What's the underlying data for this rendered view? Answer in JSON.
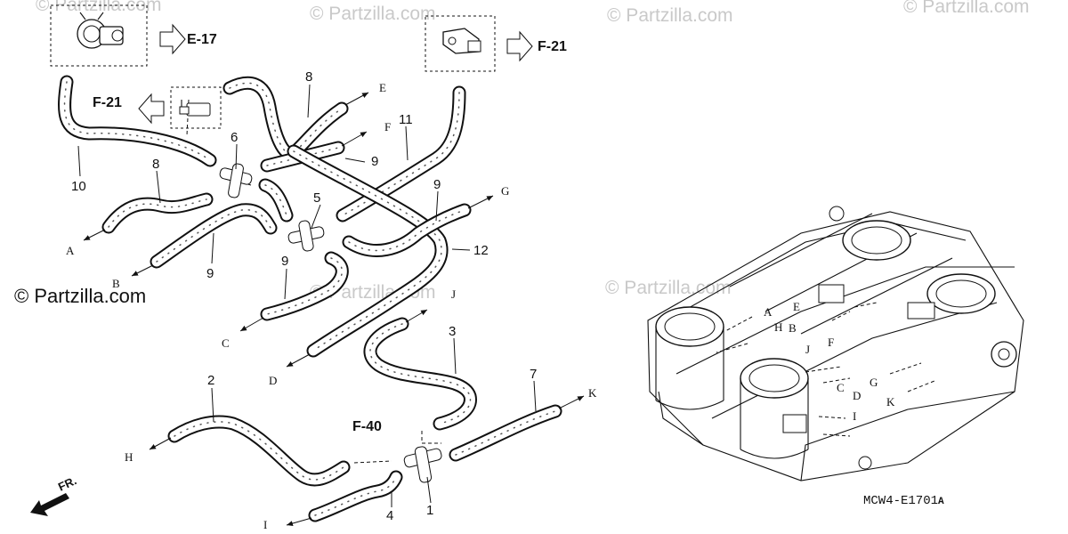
{
  "watermarks": [
    "© Partzilla.com",
    "© Partzilla.com",
    "© Partzilla.com",
    "© Partzilla.com",
    "© Partzilla.com",
    "© Partzilla.com"
  ],
  "watermark_main": "© Partzilla.com",
  "references": {
    "e17": "E-17",
    "f21_left": "F-21",
    "f21_right": "F-21",
    "f40": "F-40"
  },
  "callouts": {
    "c1": "1",
    "c2": "2",
    "c3": "3",
    "c4": "4",
    "c5": "5",
    "c6": "6",
    "c7": "7",
    "c8a": "8",
    "c8b": "8",
    "c9a": "9",
    "c9b": "9",
    "c9c": "9",
    "c9d": "9",
    "c10": "10",
    "c11": "11",
    "c12": "12"
  },
  "hose_ends": {
    "A": "A",
    "B": "B",
    "C": "C",
    "D": "D",
    "E": "E",
    "F": "F",
    "G": "G",
    "H": "H",
    "I": "I",
    "J": "J",
    "K": "K"
  },
  "body_labels": {
    "A": "A",
    "H": "H",
    "B": "B",
    "E": "E",
    "J": "J",
    "F": "F",
    "C": "C",
    "D": "D",
    "G": "G",
    "K": "K",
    "I": "I"
  },
  "front_label": "FR.",
  "diagram_code": "MCW4-E1701",
  "diagram_code_suffix": "A"
}
